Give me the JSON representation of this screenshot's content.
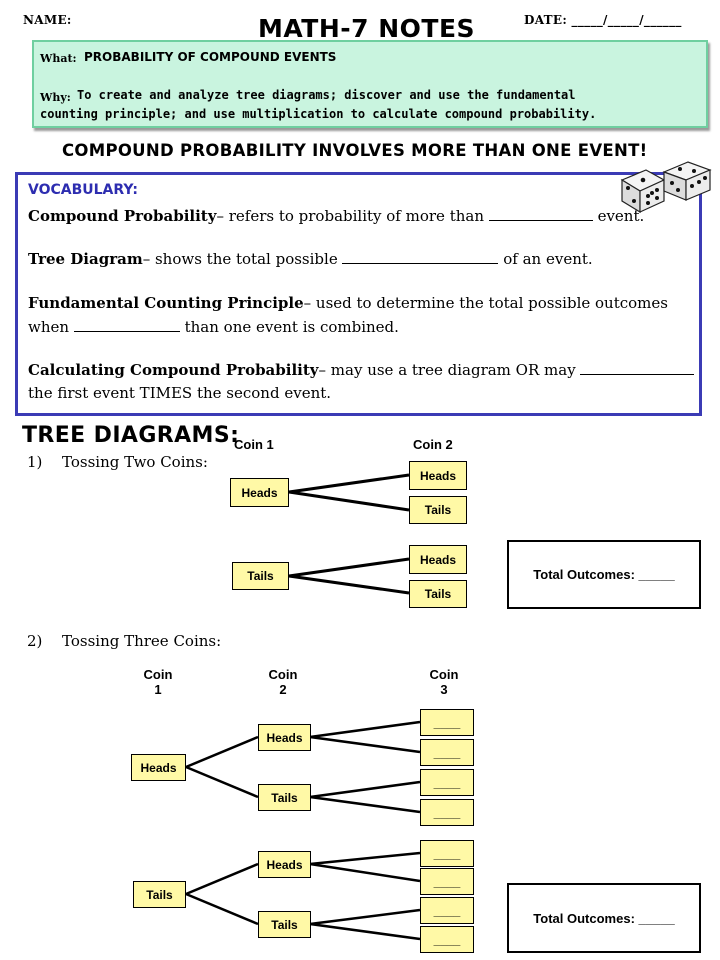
{
  "header": {
    "name_label": "NAME:",
    "title": "MATH-7 NOTES",
    "date_label": "DATE: _____/_____/______"
  },
  "what_why": {
    "what_label": "What:",
    "what_text": "PROBABILITY OF COMPOUND EVENTS",
    "why_label": "Why:",
    "why_line1": "To create and analyze tree diagrams; discover and use the fundamental",
    "why_line2": "counting principle; and use multiplication to calculate compound probability."
  },
  "subheading": "COMPOUND PROBABILITY INVOLVES MORE THAN ONE EVENT!",
  "vocabulary": {
    "heading": "VOCABULARY:",
    "items": [
      {
        "term": "Compound Probability",
        "line1_before": "– refers to probability of more than",
        "line1_after": "event.",
        "line2": ""
      },
      {
        "term": "Tree Diagram",
        "line1_before": "– shows the total possible",
        "line1_after": "of an event.",
        "line2": ""
      },
      {
        "term": "Fundamental Counting Principle",
        "line1_before": "– used to determine the total possible outcomes",
        "line1_after": "",
        "line2_before": "when",
        "line2_after": "than one event is combined."
      },
      {
        "term": "Calculating Compound Probability",
        "line1_before": "– may use a tree diagram OR may",
        "line1_after": "",
        "line2": "the first event TIMES the second event."
      }
    ]
  },
  "tree_section": {
    "heading": "TREE DIAGRAMS:",
    "problem1": {
      "number": "1)",
      "label": "Tossing Two Coins:",
      "coin1_label": "Coin 1",
      "coin2_label": "Coin 2",
      "nodes": {
        "c1_heads": "Heads",
        "c1_tails": "Tails",
        "hh": "Heads",
        "ht": "Tails",
        "th": "Heads",
        "tt": "Tails"
      },
      "total_label": "Total Outcomes:",
      "total_blank": "_____"
    },
    "problem2": {
      "number": "2)",
      "label": "Tossing Three Coins:",
      "coin1_label_a": "Coin",
      "coin1_label_b": "1",
      "coin2_label_a": "Coin",
      "coin2_label_b": "2",
      "coin3_label_a": "Coin",
      "coin3_label_b": "3",
      "nodes": {
        "c1_heads": "Heads",
        "c1_tails": "Tails",
        "h_heads": "Heads",
        "h_tails": "Tails",
        "t_heads": "Heads",
        "t_tails": "Tails"
      },
      "blank_node": "____",
      "total_label": "Total Outcomes:",
      "total_blank": "_____"
    }
  },
  "colors": {
    "what_box": "#c9f4df",
    "vocab_border": "#3b3bb5",
    "vocab_heading": "#2d2db0",
    "node_fill": "#fff9a6"
  },
  "icons": {
    "dice": "dice-icon"
  }
}
